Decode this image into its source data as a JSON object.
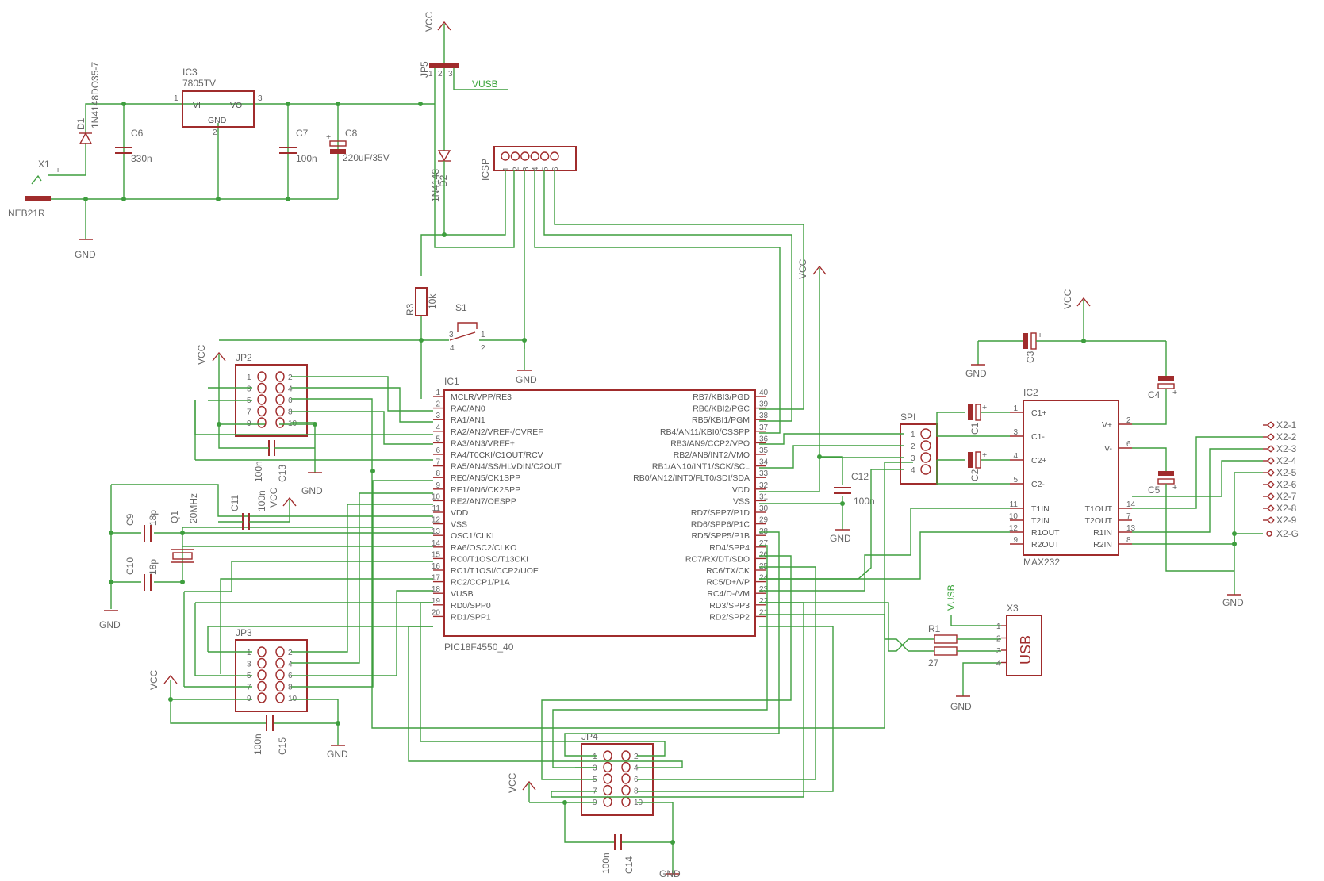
{
  "power": {
    "vcc": "VCC",
    "gnd": "GND",
    "vusb": "VUSB"
  },
  "parts": {
    "x1_name": "X1",
    "x1_value": "NEB21R",
    "d1_name": "D1",
    "d1_value": "1N4148DO35-7",
    "c6_name": "C6",
    "c6_value": "330n",
    "ic3_name": "IC3",
    "ic3_value": "7805TV",
    "ic3_vi": "VI",
    "ic3_vo": "VO",
    "ic3_gnd": "GND",
    "c7_name": "C7",
    "c7_value": "100n",
    "c8_name": "C8",
    "c8_value": "220uF/35V",
    "jp5_name": "JP5",
    "d2_name": "D2",
    "d2_value": "1N4148",
    "icsp_name": "ICSP",
    "r3_name": "R3",
    "r3_value": "10k",
    "s1_name": "S1",
    "ic1_name": "IC1",
    "ic1_value": "PIC18F4550_40",
    "jp2_name": "JP2",
    "jp3_name": "JP3",
    "jp4_name": "JP4",
    "c13_name": "C13",
    "c13_value": "100n",
    "c15_name": "C15",
    "c15_value": "100n",
    "c14_name": "C14",
    "c14_value": "100n",
    "c11_name": "C11",
    "c11_value": "100n",
    "c9_name": "C9",
    "c9_value": "18p",
    "c10_name": "C10",
    "c10_value": "18p",
    "q1_name": "Q1",
    "q1_value": "20MHz",
    "c12_name": "C12",
    "c12_value": "100n",
    "spi_name": "SPI",
    "ic2_name": "IC2",
    "ic2_value": "MAX232",
    "c1_name": "C1",
    "c2_name": "C2",
    "c3_name": "C3",
    "c4_name": "C4",
    "c5_name": "C5",
    "r1_name": "R1",
    "r1_value": "27",
    "x3_name": "X3",
    "x3_label": "USB"
  },
  "ic1_left_pins": [
    {
      "num": "1",
      "name": "MCLR/VPP/RE3"
    },
    {
      "num": "2",
      "name": "RA0/AN0"
    },
    {
      "num": "3",
      "name": "RA1/AN1"
    },
    {
      "num": "4",
      "name": "RA2/AN2/VREF-/CVREF"
    },
    {
      "num": "5",
      "name": "RA3/AN3/VREF+"
    },
    {
      "num": "6",
      "name": "RA4/T0CKI/C1OUT/RCV"
    },
    {
      "num": "7",
      "name": "RA5/AN4/SS/HLVDIN/C2OUT"
    },
    {
      "num": "8",
      "name": "RE0/AN5/CK1SPP"
    },
    {
      "num": "9",
      "name": "RE1/AN6/CK2SPP"
    },
    {
      "num": "10",
      "name": "RE2/AN7/OESPP"
    },
    {
      "num": "11",
      "name": "VDD"
    },
    {
      "num": "12",
      "name": "VSS"
    },
    {
      "num": "13",
      "name": "OSC1/CLKI"
    },
    {
      "num": "14",
      "name": "RA6/OSC2/CLKO"
    },
    {
      "num": "15",
      "name": "RC0/T1OSO/T13CKI"
    },
    {
      "num": "16",
      "name": "RC1/T1OSI/CCP2/UOE"
    },
    {
      "num": "17",
      "name": "RC2/CCP1/P1A"
    },
    {
      "num": "18",
      "name": "VUSB"
    },
    {
      "num": "19",
      "name": "RD0/SPP0"
    },
    {
      "num": "20",
      "name": "RD1/SPP1"
    }
  ],
  "ic1_right_pins": [
    {
      "num": "40",
      "name": "RB7/KBI3/PGD"
    },
    {
      "num": "39",
      "name": "RB6/KBI2/PGC"
    },
    {
      "num": "38",
      "name": "RB5/KBI1/PGM"
    },
    {
      "num": "37",
      "name": "RB4/AN11/KBI0/CSSPP"
    },
    {
      "num": "36",
      "name": "RB3/AN9/CCP2/VPO"
    },
    {
      "num": "35",
      "name": "RB2/AN8/INT2/VMO"
    },
    {
      "num": "34",
      "name": "RB1/AN10/INT1/SCK/SCL"
    },
    {
      "num": "33",
      "name": "RB0/AN12/INT0/FLT0/SDI/SDA"
    },
    {
      "num": "32",
      "name": "VDD"
    },
    {
      "num": "31",
      "name": "VSS"
    },
    {
      "num": "30",
      "name": "RD7/SPP7/P1D"
    },
    {
      "num": "29",
      "name": "RD6/SPP6/P1C"
    },
    {
      "num": "28",
      "name": "RD5/SPP5/P1B"
    },
    {
      "num": "27",
      "name": "RD4/SPP4"
    },
    {
      "num": "26",
      "name": "RC7/RX/DT/SDO"
    },
    {
      "num": "25",
      "name": "RC6/TX/CK"
    },
    {
      "num": "24",
      "name": "RC5/D+/VP"
    },
    {
      "num": "23",
      "name": "RC4/D-/VM"
    },
    {
      "num": "22",
      "name": "RD3/SPP3"
    },
    {
      "num": "21",
      "name": "RD2/SPP2"
    }
  ],
  "ic2_left_pins": [
    {
      "num": "1",
      "name": "C1+"
    },
    {
      "num": "3",
      "name": "C1-"
    },
    {
      "num": "4",
      "name": "C2+"
    },
    {
      "num": "5",
      "name": "C2-"
    },
    {
      "num": "11",
      "name": "T1IN"
    },
    {
      "num": "10",
      "name": "T2IN"
    },
    {
      "num": "12",
      "name": "R1OUT"
    },
    {
      "num": "9",
      "name": "R2OUT"
    }
  ],
  "ic2_right_pins": [
    {
      "num": "2",
      "name": "V+"
    },
    {
      "num": "6",
      "name": "V-"
    },
    {
      "num": "14",
      "name": "T1OUT"
    },
    {
      "num": "7",
      "name": "T2OUT"
    },
    {
      "num": "13",
      "name": "R1IN"
    },
    {
      "num": "8",
      "name": "R2IN"
    }
  ],
  "header_pins": [
    "1",
    "2",
    "3",
    "4",
    "5",
    "6",
    "7",
    "8",
    "9",
    "10"
  ],
  "icsp_pins": [
    "1",
    "2",
    "3",
    "4",
    "5",
    "6"
  ],
  "spi_pins": [
    "1",
    "2",
    "3",
    "4"
  ],
  "usb_pins": [
    "1",
    "2",
    "3",
    "4"
  ],
  "x2_labels": [
    "X2-1",
    "X2-2",
    "X2-3",
    "X2-4",
    "X2-5",
    "X2-6",
    "X2-7",
    "X2-8",
    "X2-9",
    "X2-G"
  ]
}
